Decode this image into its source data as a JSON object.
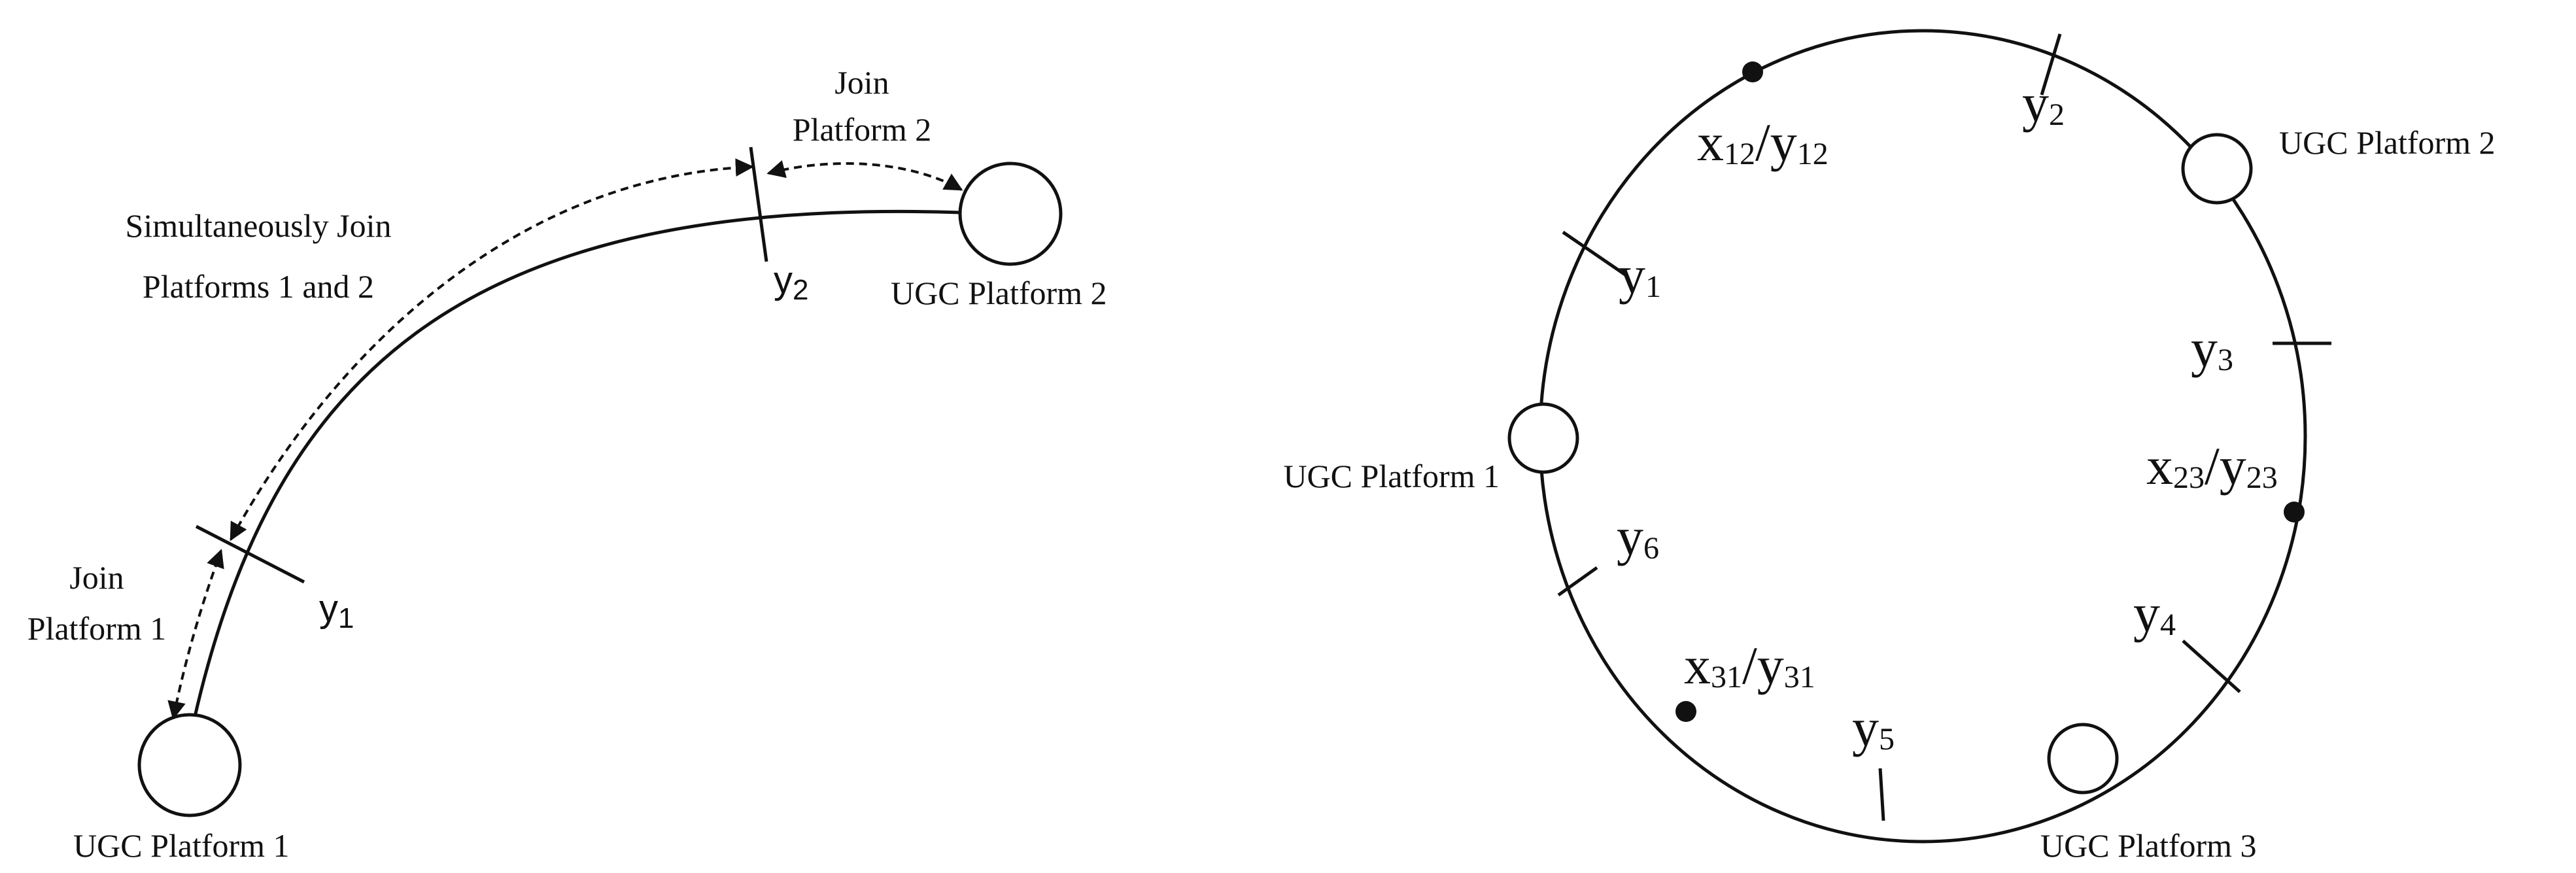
{
  "left_diagram": {
    "platform_1_label": "UGC Platform 1",
    "platform_2_label": "UGC Platform 2",
    "join_platform_1": [
      "Join",
      "Platform 1"
    ],
    "join_platform_2": [
      "Join",
      "Platform 2"
    ],
    "simultaneous_join": [
      "Simultaneously Join",
      "Platforms 1 and 2"
    ],
    "y1": {
      "base": "y",
      "sub": "1"
    },
    "y2": {
      "base": "y",
      "sub": "2"
    }
  },
  "right_diagram": {
    "platform_1_label": "UGC Platform 1",
    "platform_2_label": "UGC Platform 2",
    "platform_3_label": "UGC Platform 3",
    "y1": {
      "base": "y",
      "sub": "1"
    },
    "y2": {
      "base": "y",
      "sub": "2"
    },
    "y3": {
      "base": "y",
      "sub": "3"
    },
    "y4": {
      "base": "y",
      "sub": "4"
    },
    "y5": {
      "base": "y",
      "sub": "5"
    },
    "y6": {
      "base": "y",
      "sub": "6"
    },
    "x12y12": {
      "x": "x",
      "xsub": "12",
      "sep": "/",
      "y": "y",
      "ysub": "12"
    },
    "x23y23": {
      "x": "x",
      "xsub": "23",
      "sep": "/",
      "y": "y",
      "ysub": "23"
    },
    "x31y31": {
      "x": "x",
      "xsub": "31",
      "sep": "/",
      "y": "y",
      "ysub": "31"
    }
  }
}
